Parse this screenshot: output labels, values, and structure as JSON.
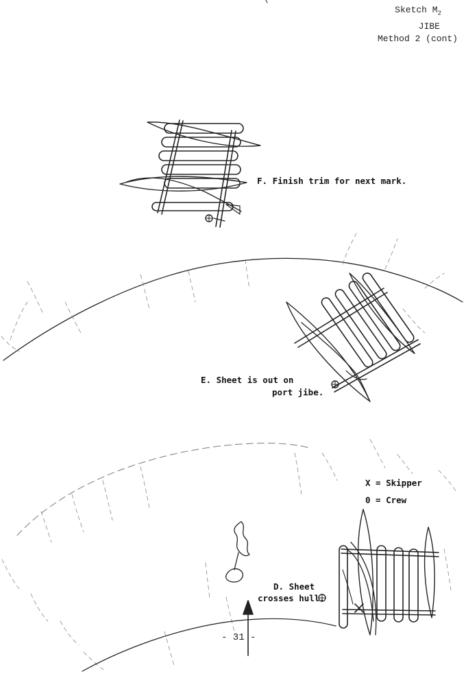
{
  "header": {
    "sketch_label": "Sketch M",
    "sketch_subscript": "2",
    "maneuver": "JIBE",
    "method": "Method 2 (cont)"
  },
  "steps": {
    "f": "F. Finish trim for next mark.",
    "e_line1": "E. Sheet is out on",
    "e_line2": "port jibe.",
    "d_line1": "D. Sheet",
    "d_line2": "crosses hull."
  },
  "legend": {
    "skipper": "X = Skipper",
    "crew": "0 = Crew"
  },
  "page_number": "- 31 -"
}
